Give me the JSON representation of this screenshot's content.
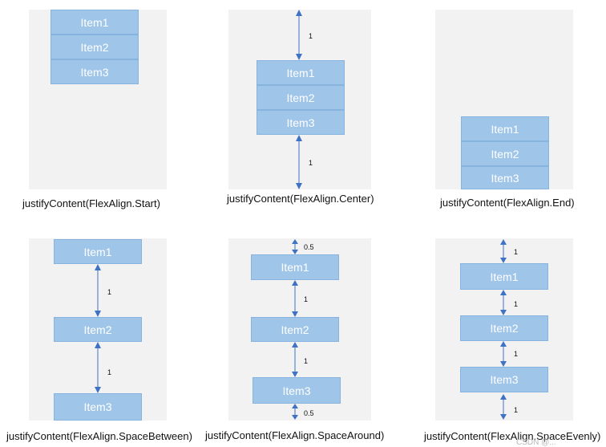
{
  "colors": {
    "panel": "#f2f2f2",
    "item": "#9fc5e8",
    "arrow": "#3f72c4"
  },
  "items": [
    "Item1",
    "Item2",
    "Item3"
  ],
  "captions": {
    "start": "justifyContent(FlexAlign.Start)",
    "center": "justifyContent(FlexAlign.Center)",
    "end": "justifyContent(FlexAlign.End)",
    "space_between": "justifyContent(FlexAlign.SpaceBetween)",
    "space_around": "justifyContent(FlexAlign.SpaceAround)",
    "space_evenly": "justifyContent(FlexAlign.SpaceEvenly)"
  },
  "gap_labels": {
    "full": "1",
    "half": "0.5"
  },
  "watermark": "CSDN @..."
}
